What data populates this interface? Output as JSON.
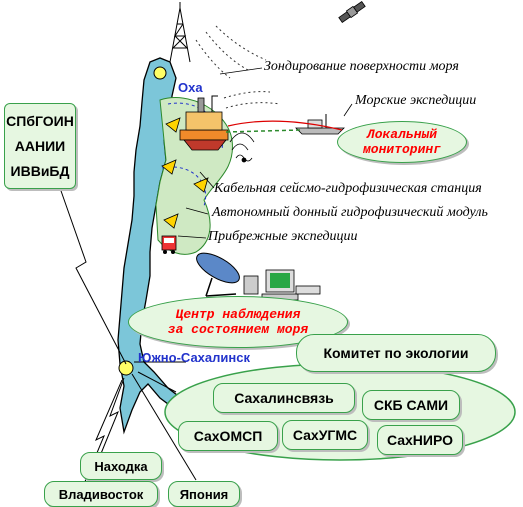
{
  "cities": {
    "okha": "Оха",
    "yuzhno": "Южно-Сахалинск"
  },
  "labels": {
    "sounding": "Зондирование поверхности моря",
    "sea_expeditions": "Морские экспедиции",
    "cable_station": "Кабельная сейсмо-гидрофизическая станция",
    "bottom_module": "Автономный донный гидрофизический модуль",
    "coastal_expeditions": "Прибрежные экспедиции"
  },
  "local_monitoring": [
    "Локальный",
    "мониторинг"
  ],
  "center": [
    "Центр наблюдения",
    "за состоянием моря"
  ],
  "committee": "Комитет по экологии",
  "institutes": [
    "СПбГОИН",
    "ААНИИ",
    "ИВВиБД"
  ],
  "organizations": {
    "sakhalinsvyaz": "Сахалинсвязь",
    "skb_sami": "СКБ САМИ",
    "sakhomsp": "СахОМСП",
    "sakhugms": "СахУГМС",
    "sakhniro": "СахНИРО"
  },
  "destinations": {
    "nakhodka": "Находка",
    "vladivostok": "Владивосток",
    "japan": "Япония"
  },
  "colors": {
    "box_fill": "#e6f7e1",
    "box_border": "#39a14b",
    "island": "#7cc6d9",
    "coverage": "#cfe9c3",
    "city_text": "#2233cc",
    "red_text": "#ff0000"
  }
}
